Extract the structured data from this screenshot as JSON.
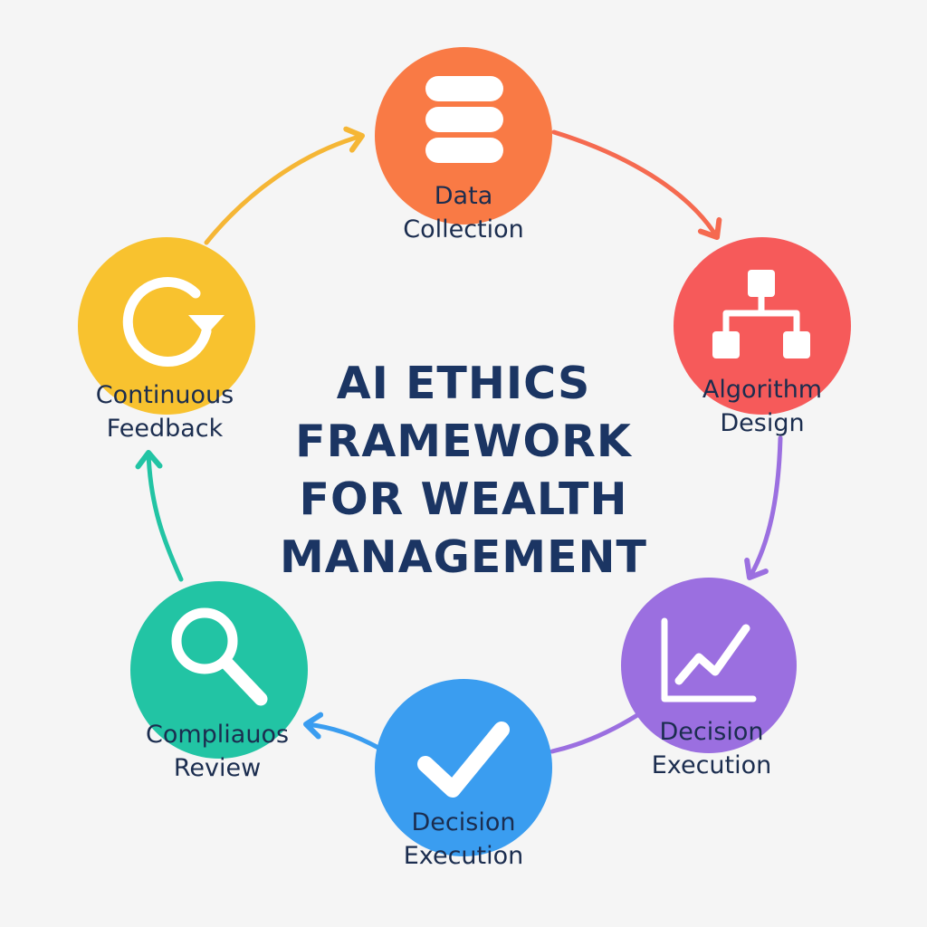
{
  "title_lines": [
    "AI ETHICS",
    "FRAMEWORK",
    "FOR WEALTH",
    "MANAGEMENT"
  ],
  "steps": [
    {
      "id": "data-collection",
      "lines": [
        "Data",
        "Collection"
      ],
      "color": "#f97a45",
      "icon": "database-icon"
    },
    {
      "id": "algorithm-design",
      "lines": [
        "Algorithm",
        "Design"
      ],
      "color": "#f65a5a",
      "icon": "hierarchy-icon"
    },
    {
      "id": "decision-execution-purple",
      "lines": [
        "Decision",
        "Execution"
      ],
      "color": "#9b6fe0",
      "icon": "line-chart-icon"
    },
    {
      "id": "decision-execution-blue",
      "lines": [
        "Decision",
        "Execution"
      ],
      "color": "#3a9df0",
      "icon": "checkmark-icon"
    },
    {
      "id": "compliance-review",
      "lines": [
        "Compliauos",
        "Review"
      ],
      "color": "#22c4a4",
      "icon": "magnifier-icon"
    },
    {
      "id": "continuous-feedback",
      "lines": [
        "Continuous",
        "Feedback"
      ],
      "color": "#f8c22f",
      "icon": "refresh-icon"
    }
  ],
  "arrow_colors": [
    "#f56a50",
    "#9b6fe0",
    "#9b6fe0",
    "#3a9df0",
    "#22c4a4",
    "#f5b635"
  ]
}
